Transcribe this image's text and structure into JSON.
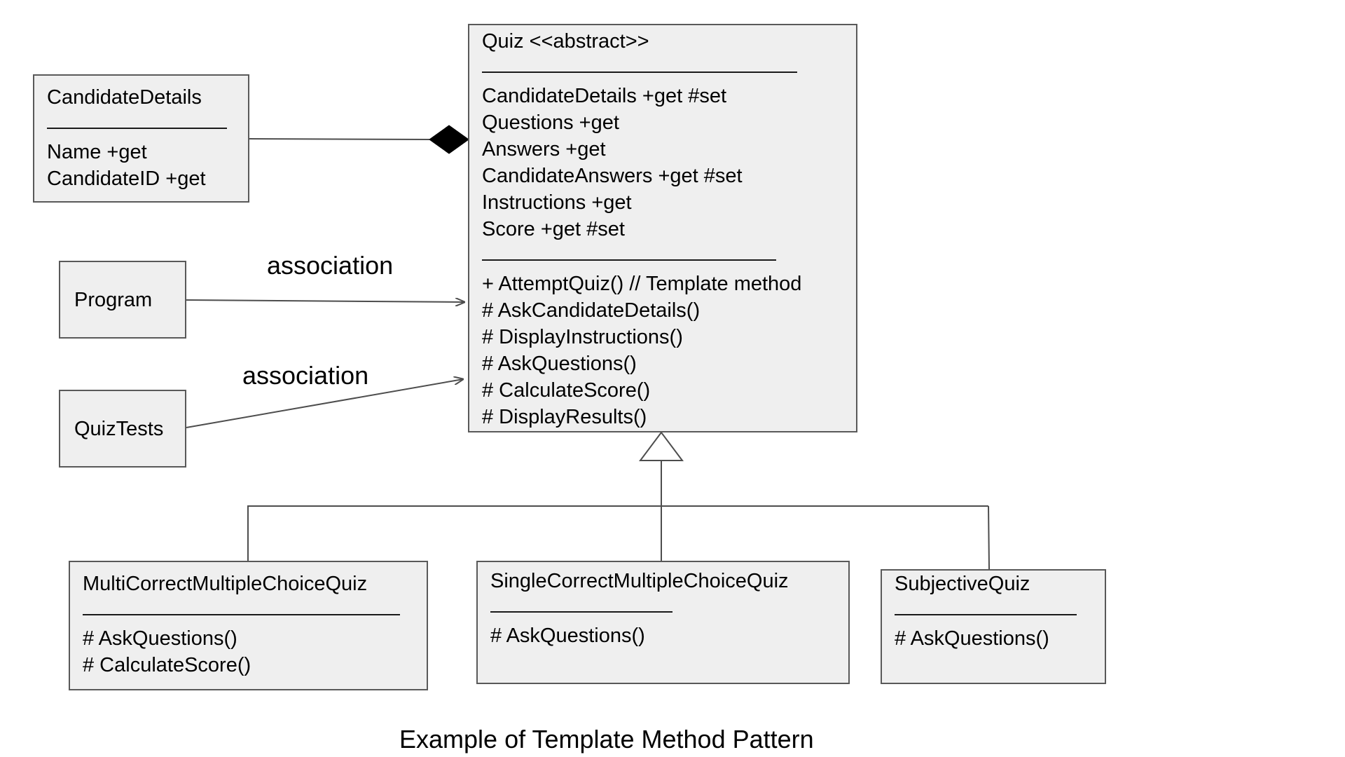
{
  "caption": "Example of Template Method Pattern",
  "classes": {
    "candidate_details": {
      "name": "CandidateDetails",
      "attributes": [
        "Name +get",
        "CandidateID +get"
      ]
    },
    "program": {
      "name": "Program"
    },
    "quiz_tests": {
      "name": "QuizTests"
    },
    "quiz": {
      "name": "Quiz <<abstract>>",
      "attributes": [
        "CandidateDetails +get #set",
        "Questions +get",
        "Answers +get",
        "CandidateAnswers +get #set",
        "Instructions +get",
        "Score +get #set"
      ],
      "methods": [
        "+ AttemptQuiz() // Template method",
        "# AskCandidateDetails()",
        "# DisplayInstructions()",
        "# AskQuestions()",
        "# CalculateScore()",
        "# DisplayResults()"
      ]
    },
    "multi_correct": {
      "name": "MultiCorrectMultipleChoiceQuiz",
      "methods": [
        "# AskQuestions()",
        "# CalculateScore()"
      ]
    },
    "single_correct": {
      "name": "SingleCorrectMultipleChoiceQuiz",
      "methods": [
        "# AskQuestions()"
      ]
    },
    "subjective": {
      "name": "SubjectiveQuiz",
      "methods": [
        "# AskQuestions()"
      ]
    }
  },
  "relations": {
    "program_to_quiz": "association",
    "quiztests_to_quiz": "association"
  },
  "colors": {
    "box_fill": "#efefef",
    "box_border": "#595959",
    "line": "#4d4d4d",
    "text": "#000000"
  }
}
